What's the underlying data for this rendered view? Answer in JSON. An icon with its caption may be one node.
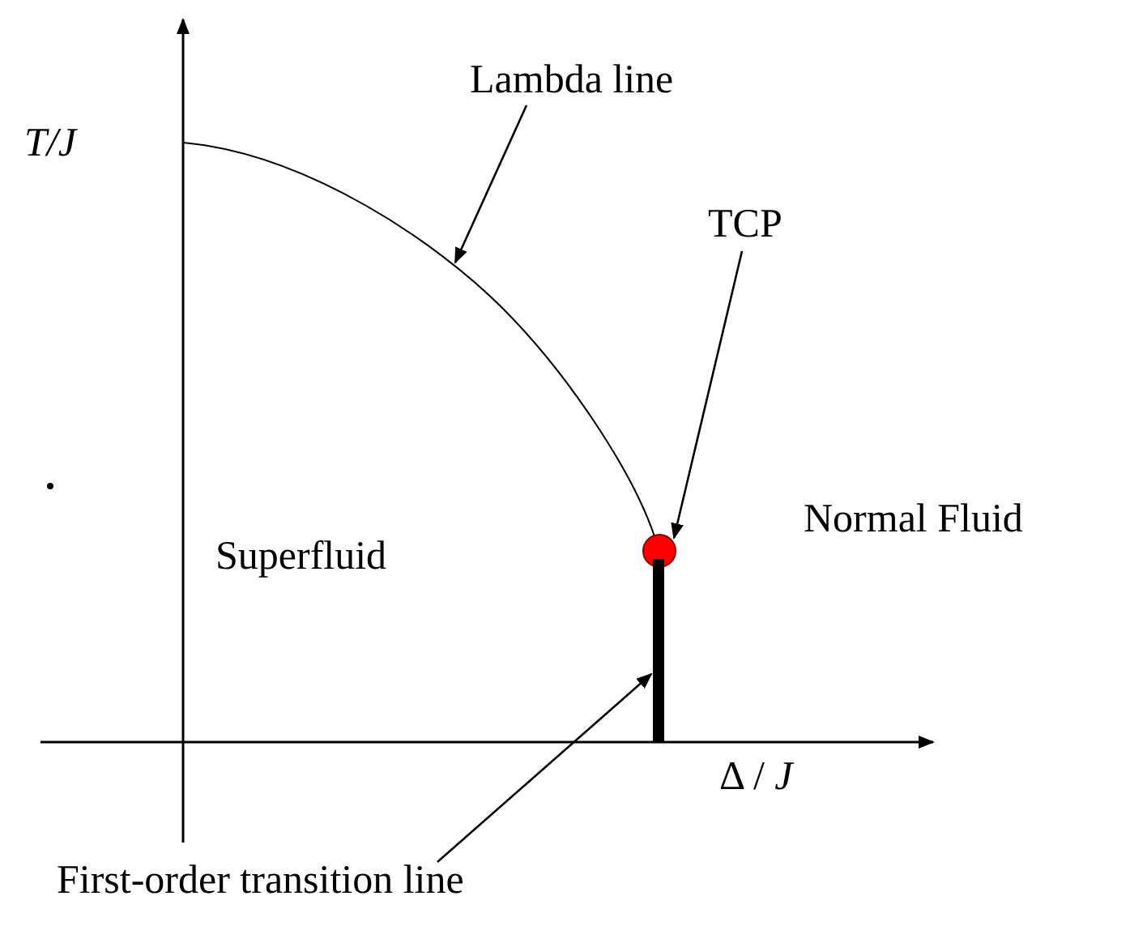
{
  "diagram": {
    "nodes": [
      {
        "text": [
          "Lambda line"
        ]
      },
      {
        "text": [],
        "shape": "line"
      },
      {
        "text": [
          "TCP"
        ]
      },
      {
        "text": [],
        "shape": "circle"
      },
      {
        "text": [
          "First-order transition line"
        ]
      },
      {
        "text": [],
        "shape": "bar"
      }
    ],
    "edges": [
      {
        "from": 0,
        "to": 1,
        "arrow": "to"
      },
      {
        "from": 2,
        "to": 3,
        "arrow": "to"
      },
      {
        "from": 4,
        "to": 5,
        "arrow": "to"
      }
    ],
    "labels": [
      "T/J",
      "Superfluid",
      "Normal Fluid",
      "Δ / *J*"
    ]
  }
}
